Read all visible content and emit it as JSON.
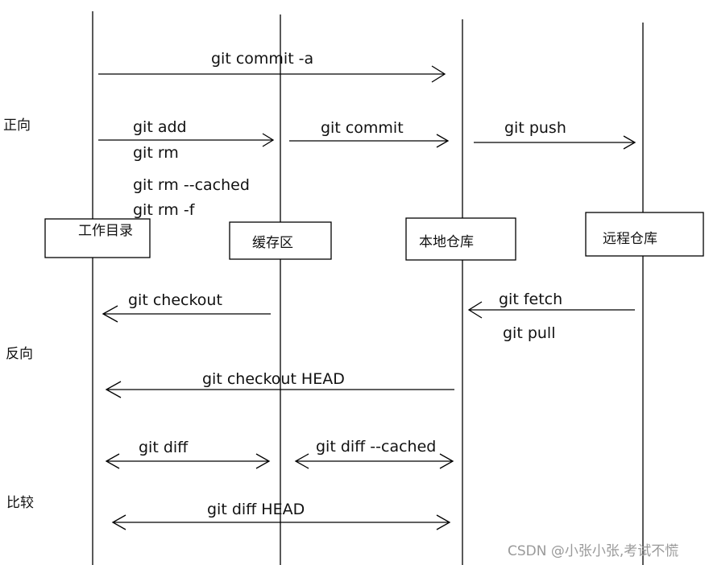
{
  "sections": {
    "forward": "正向",
    "reverse": "反向",
    "compare": "比较"
  },
  "areas": {
    "working": "工作目录",
    "staging": "缓存区",
    "local": "本地仓库",
    "remote": "远程仓库"
  },
  "commands": {
    "commit_a": "git commit -a",
    "add": "git add",
    "rm": "git rm",
    "rm_cached": "git rm --cached",
    "rm_f": "git rm -f",
    "commit": "git commit",
    "push": "git push",
    "checkout": "git checkout",
    "fetch": "git fetch",
    "pull": "git pull",
    "checkout_head": "git checkout HEAD",
    "diff": "git diff",
    "diff_cached": "git diff --cached",
    "diff_head": "git diff HEAD"
  },
  "watermark": "CSDN @小张小张,考试不慌"
}
